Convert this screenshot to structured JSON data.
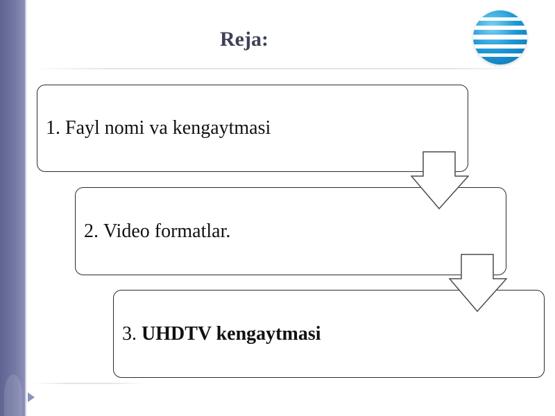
{
  "slide": {
    "title": "Reja:",
    "steps": [
      {
        "number": "1.",
        "text": "Fayl nomi va kengaytmasi"
      },
      {
        "number": "2.",
        "text": "Video formatlar."
      },
      {
        "number": "3.",
        "text": "UHDTV kengaytmasi"
      }
    ]
  },
  "icons": {
    "logo": "globe-logo-icon",
    "nav": "triangle-right-icon"
  },
  "colors": {
    "sidebar": "#6b6f9c",
    "title": "#3f4256",
    "globe": "#1f9ad6",
    "box_border": "#2b2b2b"
  }
}
